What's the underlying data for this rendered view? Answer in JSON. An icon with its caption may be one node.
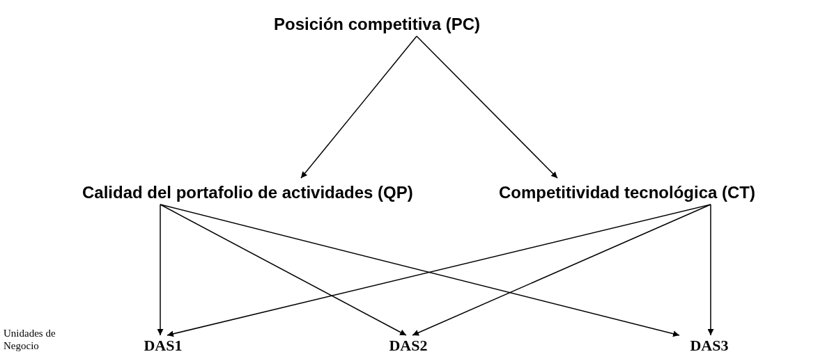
{
  "diagram": {
    "nodes": [
      {
        "text": [
          "Posición competitiva (PC)"
        ]
      },
      {
        "text": [
          "Calidad del portafolio de actividades (QP)"
        ]
      },
      {
        "text": [
          "Competitividad tecnológica (CT)"
        ]
      },
      {
        "text": [
          "DAS1"
        ]
      },
      {
        "text": [
          "DAS2"
        ]
      },
      {
        "text": [
          "DAS3"
        ]
      }
    ],
    "edges": [
      {
        "from": 0,
        "to": 1,
        "arrow": "to"
      },
      {
        "from": 0,
        "to": 2,
        "arrow": "to"
      },
      {
        "from": 1,
        "to": 3,
        "arrow": "to"
      },
      {
        "from": 1,
        "to": 4,
        "arrow": "to"
      },
      {
        "from": 1,
        "to": 5,
        "arrow": "to"
      },
      {
        "from": 2,
        "to": 3,
        "arrow": "to"
      },
      {
        "from": 2,
        "to": 4,
        "arrow": "to"
      },
      {
        "from": 2,
        "to": 5,
        "arrow": "to"
      }
    ],
    "labels": [
      "Unidades de Negocio"
    ]
  }
}
